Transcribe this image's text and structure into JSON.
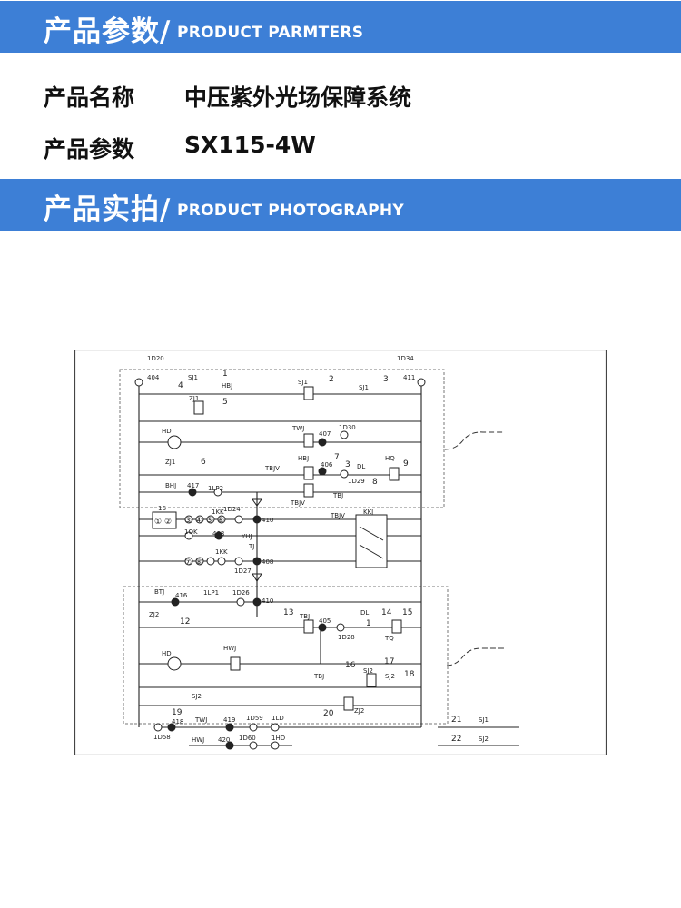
{
  "section1": {
    "title_cn": "产品参数/",
    "title_en": "PRODUCT PARMTERS"
  },
  "product": {
    "name_label": "产品名称",
    "name_value": "中压紫外光场保障系统",
    "param_label": "产品参数",
    "param_value": "SX115-4W"
  },
  "section2": {
    "title_cn": "产品实拍/",
    "title_en": "PRODUCT PHOTOGRAPHY"
  },
  "diagram": {
    "labels": {
      "t1d20": "1D20",
      "t1d34": "1D34",
      "t404": "404",
      "t411": "411",
      "tsj1a": "SJ1",
      "thbj1": "HBJ",
      "tsj1b": "SJ1",
      "tsj1c": "SJ1",
      "tzj1a": "ZJ1",
      "thd1": "HD",
      "ttwj": "TWJ",
      "t407": "407",
      "t1d30": "1D30",
      "thbj2": "HBJ",
      "t406": "406",
      "ttbjv1": "TBJV",
      "tdl1": "DL",
      "tho": "HQ",
      "t1d29": "1D29",
      "tzj1b": "ZJ1",
      "tbhj": "BHJ",
      "t417": "417",
      "t1lp2": "1LP2",
      "ttbjv2": "TBJV",
      "ttbj1": "TBJ",
      "ttbjv3": "TBJV",
      "t1s": "1S",
      "t1kk1": "1KK",
      "t1d24": "1D24",
      "t410a": "410",
      "tkkj": "KKJ",
      "tyhj": "YHJ",
      "t1qk": "1QK",
      "t403": "403",
      "t1kk2": "1KK",
      "ttj": "TJ",
      "t1d27": "1D27",
      "t408": "408",
      "tbtj": "BTJ",
      "t416": "416",
      "t1lp1": "1LP1",
      "t1d26": "1D26",
      "t410b": "410",
      "tzj2": "ZJ2",
      "ttbj2": "TBJ",
      "t405": "405",
      "tdl2": "DL",
      "t1d28": "1D28",
      "ttq": "TQ",
      "thd2": "HD",
      "thwj1": "HWJ",
      "ttbj3": "TBJ",
      "tsj2a": "SJ2",
      "tsj2b": "SJ2",
      "tsj2c": "SJ2",
      "tzj2b": "ZJ2",
      "t1d58": "1D58",
      "t418": "418",
      "ttwj2": "TWJ",
      "t419": "419",
      "t1d59": "1D59",
      "t1ld": "1LD",
      "thwj2": "HWJ",
      "t420": "420",
      "t1d60": "1D60",
      "t1hd": "1HD",
      "tsj1d": "SJ1",
      "tsj2d": "SJ2",
      "n1": "1",
      "n2": "2",
      "n3": "3",
      "n4": "4",
      "n5": "5",
      "n6": "6",
      "n7": "7",
      "n8": "8",
      "n9": "9",
      "n12": "12",
      "n13": "13",
      "n14": "14",
      "n15": "15",
      "n16": "16",
      "n17": "17",
      "n18": "18",
      "n19": "19",
      "n20": "20",
      "n21": "21",
      "n22": "22",
      "n3b": "3",
      "ns1": "①",
      "ns2": "②",
      "ns3": "③",
      "ns4": "④",
      "ns5": "⑤",
      "ns6": "⑥",
      "ns7": "⑦",
      "ns8": "⑧",
      "n1b": "1"
    }
  }
}
